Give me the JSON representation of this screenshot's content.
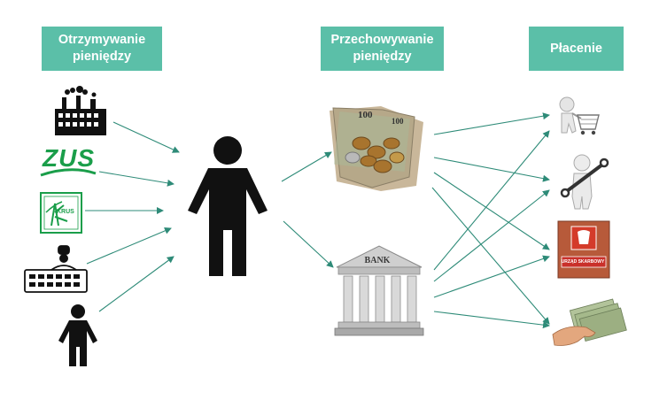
{
  "headers": {
    "receiving": "Otrzymywanie pieniędzy",
    "storing": "Przechowywanie pieniędzy",
    "paying": "Płacenie"
  },
  "labels": {
    "zus": "ZUS",
    "krus": "KRUS",
    "bank": "BANK",
    "banknote_value": "100",
    "tax_office": "URZĄD SKARBOWY"
  },
  "colors": {
    "header_bg": "#5bbfa8",
    "arrow": "#2e8b78",
    "zus_green": "#1a9e4a",
    "person": "#111111"
  },
  "icons": {
    "sources": [
      "factory-icon",
      "zus-logo",
      "krus-logo",
      "employer-icon",
      "person-icon"
    ],
    "center": "person-icon",
    "storage": [
      "cash-icon",
      "bank-icon"
    ],
    "payments": [
      "shopping-cart-icon",
      "wrench-service-icon",
      "tax-office-icon",
      "money-hand-icon"
    ]
  }
}
